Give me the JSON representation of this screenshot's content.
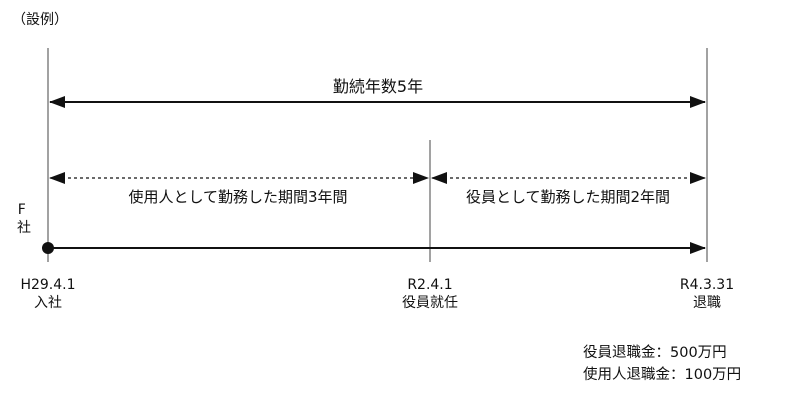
{
  "caption": "（設例）",
  "company_label": "F社",
  "spans": {
    "total": "勤続年数5年",
    "employee_period": "使用人として勤務した期間3年間",
    "officer_period": "役員として勤務した期間2年間"
  },
  "events": [
    {
      "date": "H29.4.1",
      "label": "入社"
    },
    {
      "date": "R2.4.1",
      "label": "役員就任"
    },
    {
      "date": "R4.3.31",
      "label": "退職"
    }
  ],
  "notes": {
    "officer_retirement": "役員退職金：500万円",
    "employee_retirement": "使用人退職金：100万円"
  }
}
